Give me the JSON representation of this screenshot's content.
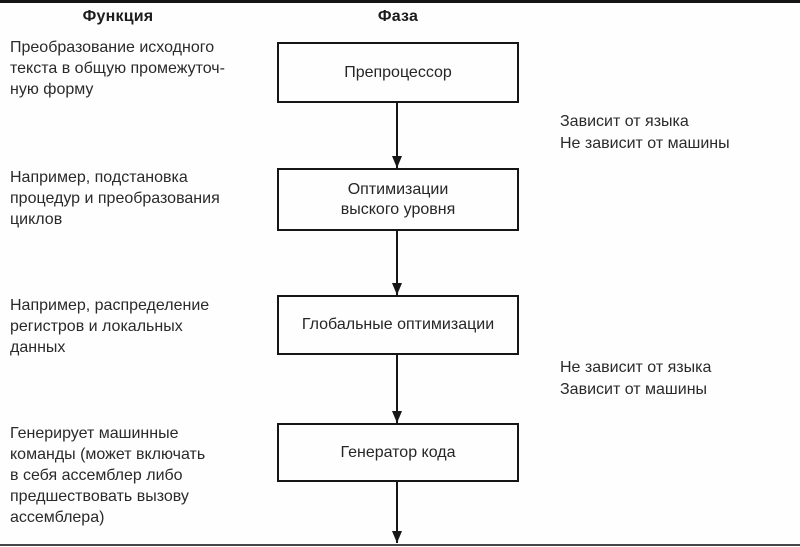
{
  "column_headers": {
    "function": "Функция",
    "phase": "Фаза"
  },
  "flow": {
    "boxes": [
      {
        "label": "Препроцессор"
      },
      {
        "label": "Оптимизации\nвыского уровня"
      },
      {
        "label": "Глобальные оптимизации"
      },
      {
        "label": "Генератор кода"
      }
    ],
    "function_notes": [
      {
        "text": "Преобразование исходного\nтекста в общую промежуточ-\nную форму"
      },
      {
        "text": "Например, подстановка\nпроцедур и преобразования\nциклов"
      },
      {
        "text": "Например, распределение\nрегистров и локальных\nданных"
      },
      {
        "text": "Генерирует машинные\nкоманды (может включать\nв себя ассемблер либо\nпредшествовать вызову\nассемблера)"
      }
    ],
    "side_annotations": [
      {
        "text": "Зависит от языка\nНе зависит от машины"
      },
      {
        "text": "Не зависит от языка\nЗависит от машины"
      }
    ]
  },
  "colors": {
    "line": "#161616",
    "text": "#2a2a2a",
    "background": "#fefefe"
  }
}
